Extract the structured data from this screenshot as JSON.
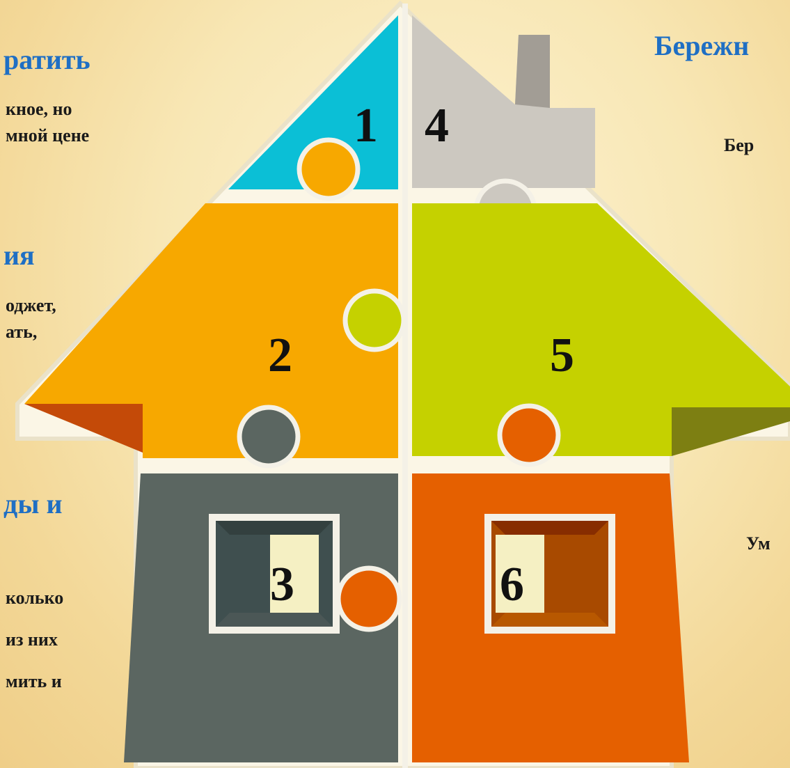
{
  "left_column": {
    "block1": {
      "heading": "ратить",
      "lines": [
        "кное, но",
        "мной цене"
      ]
    },
    "block2": {
      "heading": "ия",
      "lines": [
        "оджет,",
        "ать,"
      ]
    },
    "block3": {
      "heading": "ды и",
      "lines": [
        "колько",
        "из них",
        "мить и"
      ]
    }
  },
  "right_column": {
    "heading": "Бережн",
    "line1": "Бер",
    "line2": "Ум"
  },
  "house": {
    "numbers": [
      "1",
      "2",
      "3",
      "4",
      "5",
      "6"
    ],
    "colors": {
      "piece1": "#0bbfd6",
      "piece2": "#f7a800",
      "piece3": "#5b6661",
      "piece4": "#ccc8c0",
      "piece5": "#c5d100",
      "piece6": "#e56000"
    }
  }
}
